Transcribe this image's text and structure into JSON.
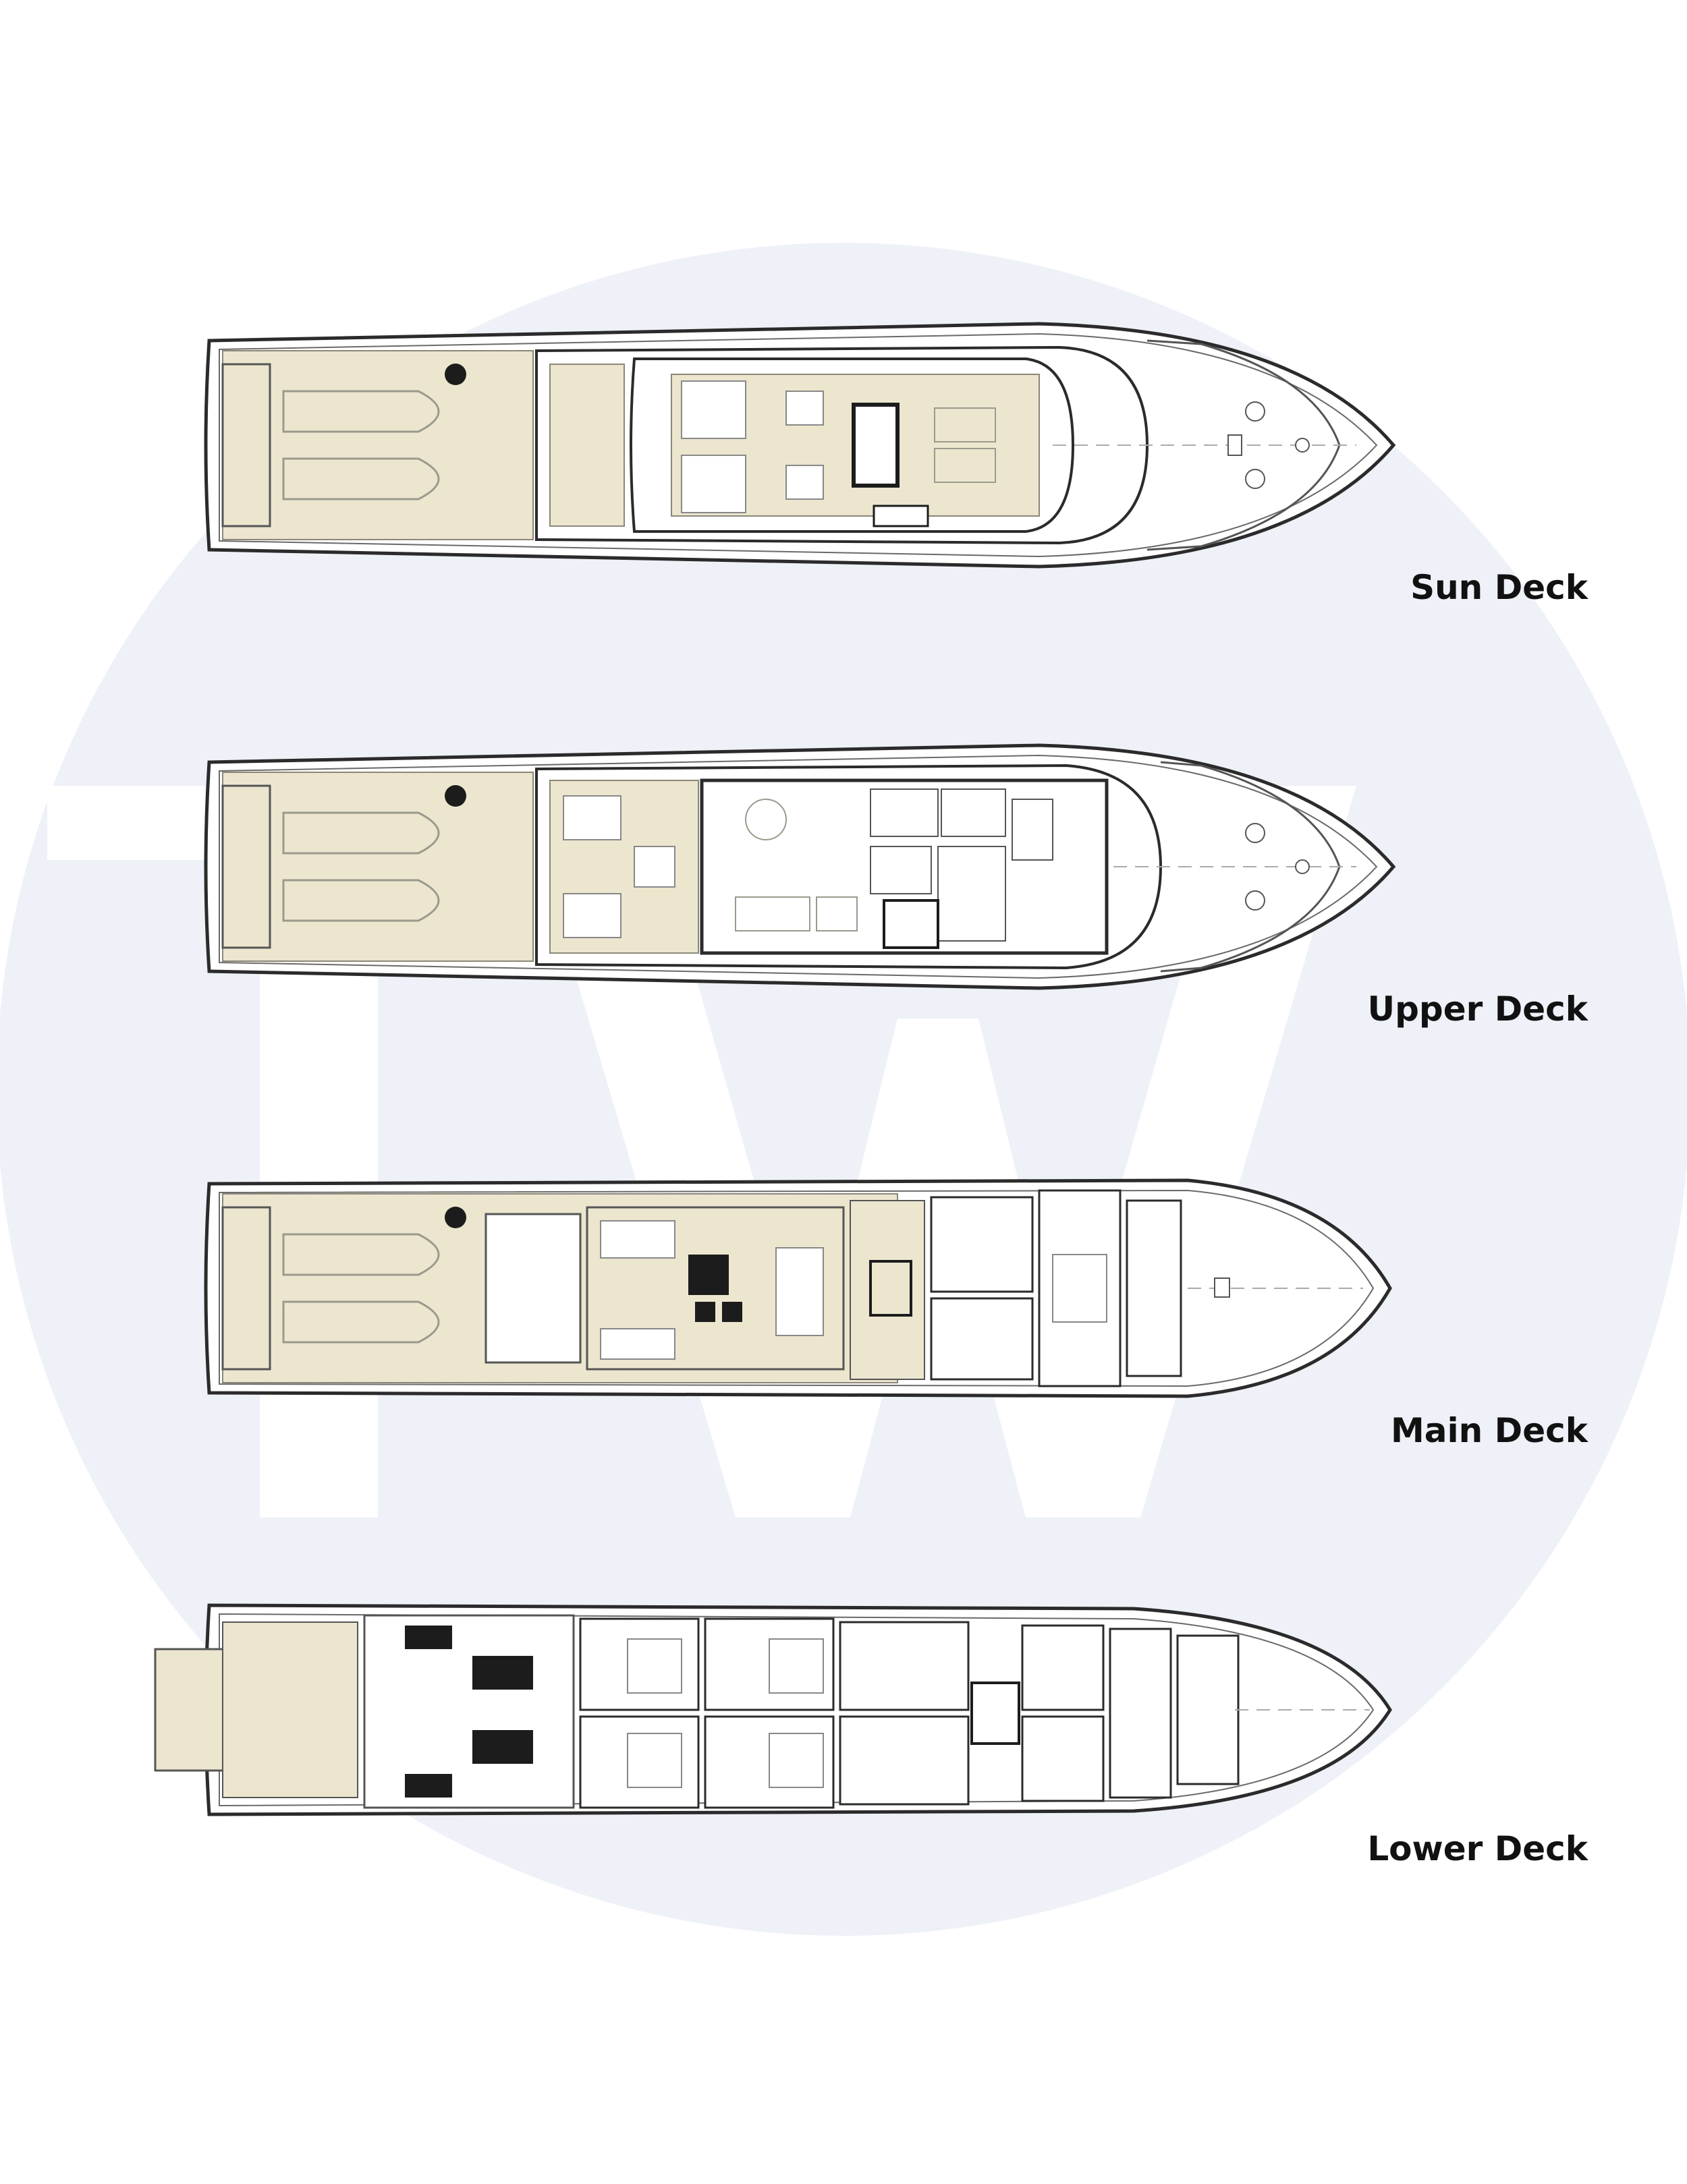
{
  "colors": {
    "watermark": "#eef1f7",
    "watermark_letters": "#ffffff",
    "teak": "#ece6cf",
    "hull_line": "#2b2b2b",
    "fixture": "#9a9a8c",
    "dark_fixture": "#1c1c1c"
  },
  "decks": [
    {
      "id": "sun",
      "label": "Sun Deck"
    },
    {
      "id": "upper",
      "label": "Upper Deck"
    },
    {
      "id": "main",
      "label": "Main Deck"
    },
    {
      "id": "lower",
      "label": "Lower Deck"
    }
  ]
}
